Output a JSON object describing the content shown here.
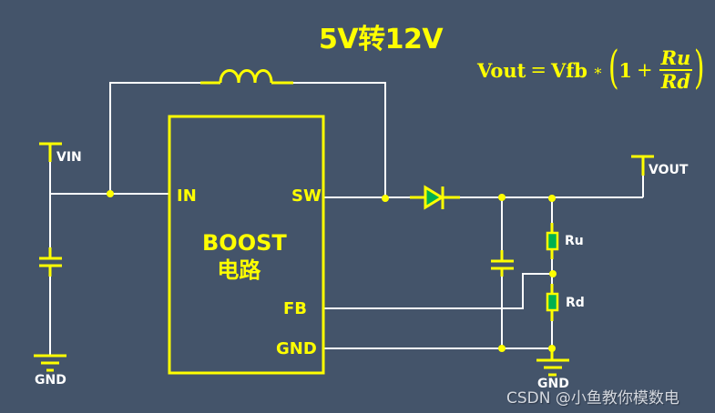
{
  "title": "5V转12V",
  "formula": {
    "lhs": "Vout",
    "equals": "=",
    "vfb": "Vfb",
    "times": "∗",
    "open_paren": "(",
    "one": "1",
    "plus": "+",
    "numerator": "Ru",
    "denominator": "Rd",
    "close_paren": ")"
  },
  "chip": {
    "name_line1": "BOOST",
    "name_line2": "电路",
    "pins": {
      "in": "IN",
      "sw": "SW",
      "fb": "FB",
      "gnd": "GND"
    }
  },
  "labels": {
    "vin": "VIN",
    "vout": "VOUT",
    "ru": "Ru",
    "rd": "Rd",
    "gnd_left": "GND",
    "gnd_right": "GND"
  },
  "colors": {
    "background": "#44546a",
    "component": "#ffff00",
    "wire": "#ffffff",
    "fill": "#00b050"
  },
  "watermark": "CSDN @小鱼教你模数电"
}
